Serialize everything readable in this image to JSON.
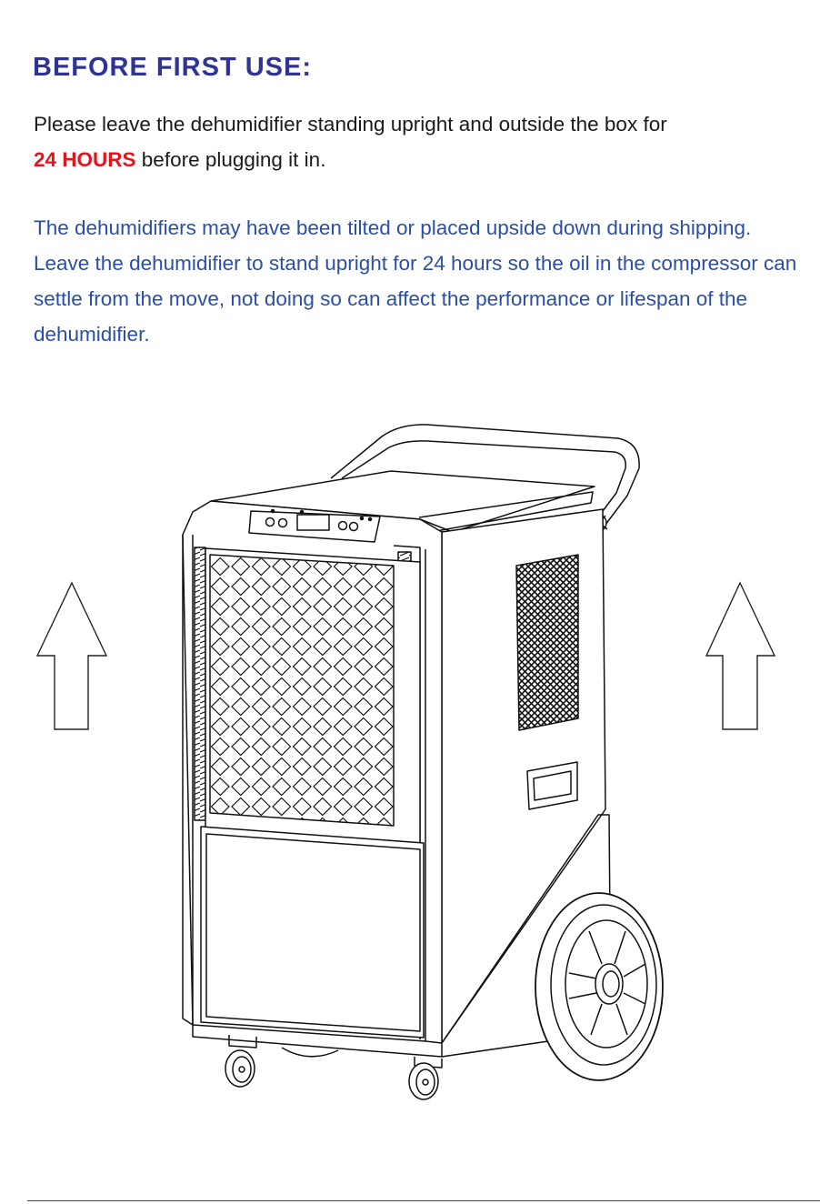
{
  "heading": "BEFORE FIRST USE:",
  "para1": {
    "before": "Please leave the dehumidifier standing upright and outside the box for",
    "highlight": "24 HOURS",
    "after": " before plugging it in."
  },
  "para2": "The dehumidifiers may have been tilted or placed upside down during shipping. Leave the dehumidifier to stand upright for 24 hours so the oil in the compressor can settle from the move, not doing so can affect the performance or lifespan of the dehumidifier.",
  "colors": {
    "heading": "#2f3393",
    "highlight": "#e3141b",
    "body_blue": "#2b50a3"
  },
  "icons": [
    "up-arrow-icon-left",
    "dehumidifier-illustration",
    "up-arrow-icon-right"
  ]
}
